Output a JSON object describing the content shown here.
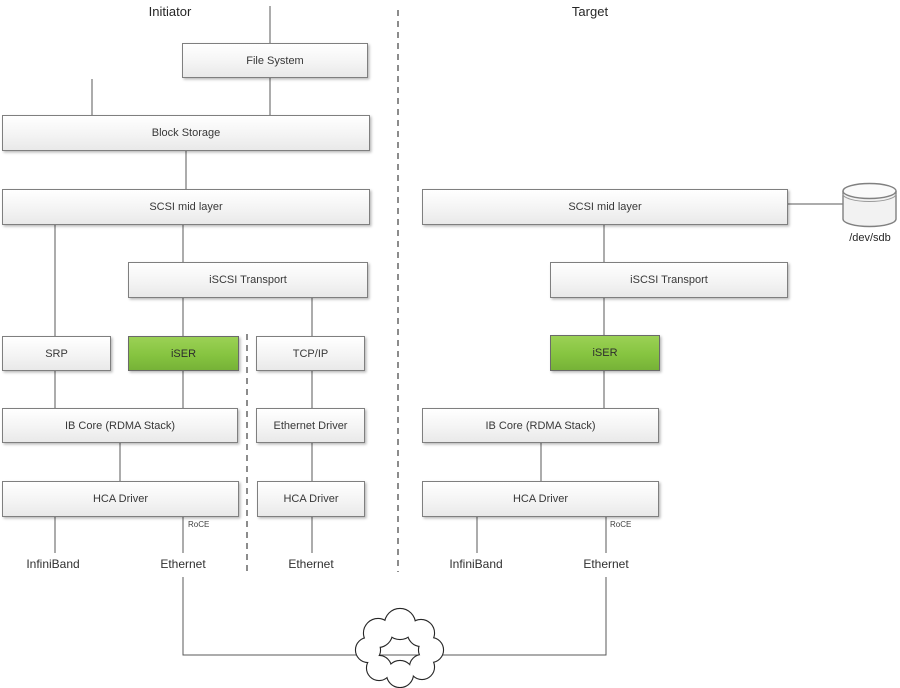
{
  "diagram": {
    "initiator_label": "Initiator",
    "target_label": "Target",
    "boxes": {
      "file_system": "File System",
      "block_storage": "Block Storage",
      "scsi_mid_layer_initiator": "SCSI mid layer",
      "iscsi_transport_initiator": "iSCSI Transport",
      "srp": "SRP",
      "iser_initiator": "iSER",
      "tcp_ip": "TCP/IP",
      "ib_core_initiator": "IB Core (RDMA Stack)",
      "ethernet_driver": "Ethernet Driver",
      "hca_driver_initiator": "HCA Driver",
      "hca_driver_ethernet": "HCA Driver",
      "scsi_mid_layer_target": "SCSI mid layer",
      "iscsi_transport_target": "iSCSI Transport",
      "iser_target": "iSER",
      "ib_core_target": "IB Core (RDMA Stack)",
      "hca_driver_target": "HCA Driver"
    },
    "port_labels": {
      "infiniband_initiator": "InfiniBand",
      "ethernet_initiator": "Ethernet",
      "ethernet_tcp": "Ethernet",
      "infiniband_target": "InfiniBand",
      "ethernet_target": "Ethernet"
    },
    "roce_initiator": "RoCE",
    "roce_target": "RoCE",
    "disk_label": "/dev/sdb",
    "colors": {
      "highlight_green": "#86C440",
      "box_border": "#7f7f7f",
      "connector_line": "#595959",
      "dashed_line": "#404040"
    }
  }
}
